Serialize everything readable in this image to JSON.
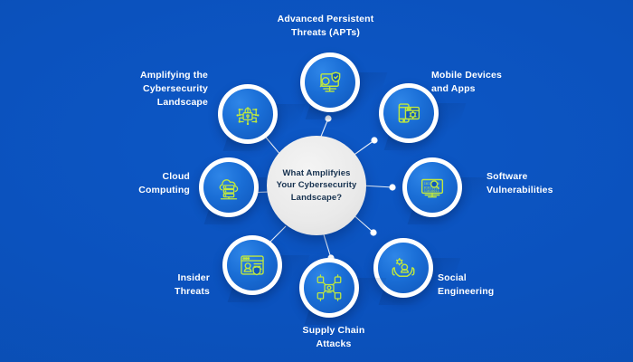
{
  "infographic": {
    "background_color": "#0b52be",
    "icon_accent_color": "#b7e23a",
    "label_color": "#ffffff",
    "hub": {
      "text": "What Amplifyies Your Cybersecurity Landscape?",
      "background_color": "#eaeaea",
      "text_color": "#16314f"
    },
    "nodes": [
      {
        "id": "advanced-persistent-threats",
        "label": "Advanced Persistent\nThreats (APTs)",
        "icon": "monitor-shield-magnifier-icon",
        "label_align": "center"
      },
      {
        "id": "mobile-devices-and-apps",
        "label": "Mobile Devices\nand Apps",
        "icon": "mobile-browser-gear-icon",
        "label_align": "right"
      },
      {
        "id": "software-vulnerabilities",
        "label": "Software\nVulnerabilities",
        "icon": "monitor-binary-code-icon",
        "label_align": "right"
      },
      {
        "id": "social-engineering",
        "label": "Social\nEngineering",
        "icon": "hands-user-gear-icon",
        "label_align": "right"
      },
      {
        "id": "supply-chain-attacks",
        "label": "Supply Chain\nAttacks",
        "icon": "network-nodes-icon",
        "label_align": "center"
      },
      {
        "id": "insider-threats",
        "label": "Insider\nThreats",
        "icon": "browser-user-shield-icon",
        "label_align": "left"
      },
      {
        "id": "cloud-computing",
        "label": "Cloud\nComputing",
        "icon": "cloud-server-icon",
        "label_align": "left"
      },
      {
        "id": "amplifying-the-cybersecurity-landscape",
        "label": "Amplifying the\nCybersecurity\nLandscape",
        "icon": "circuit-padlock-icon",
        "label_align": "left"
      }
    ]
  }
}
